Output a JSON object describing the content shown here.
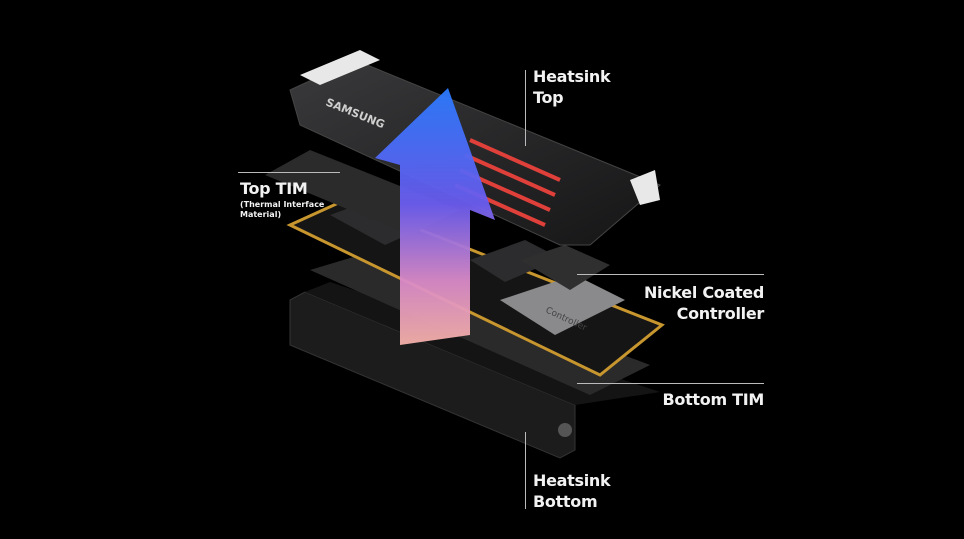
{
  "labels": {
    "heatsink_top": [
      "Heatsink",
      "Top"
    ],
    "top_tim": "Top TIM",
    "top_tim_note": [
      "(Thermal Interface",
      "Material)"
    ],
    "nickel_controller": [
      "Nickel Coated",
      "Controller"
    ],
    "bottom_tim": "Bottom TIM",
    "heatsink_bottom": [
      "Heatsink",
      "Bottom"
    ]
  },
  "logo_text": "SAMSUNG",
  "controller_text": "Controller",
  "colors": {
    "background": "#000000",
    "accent_red": "#e0403a",
    "arrow_top": "#1e6cff",
    "arrow_bottom": "#f2a6c8",
    "pcb_gold": "#c8962e"
  }
}
